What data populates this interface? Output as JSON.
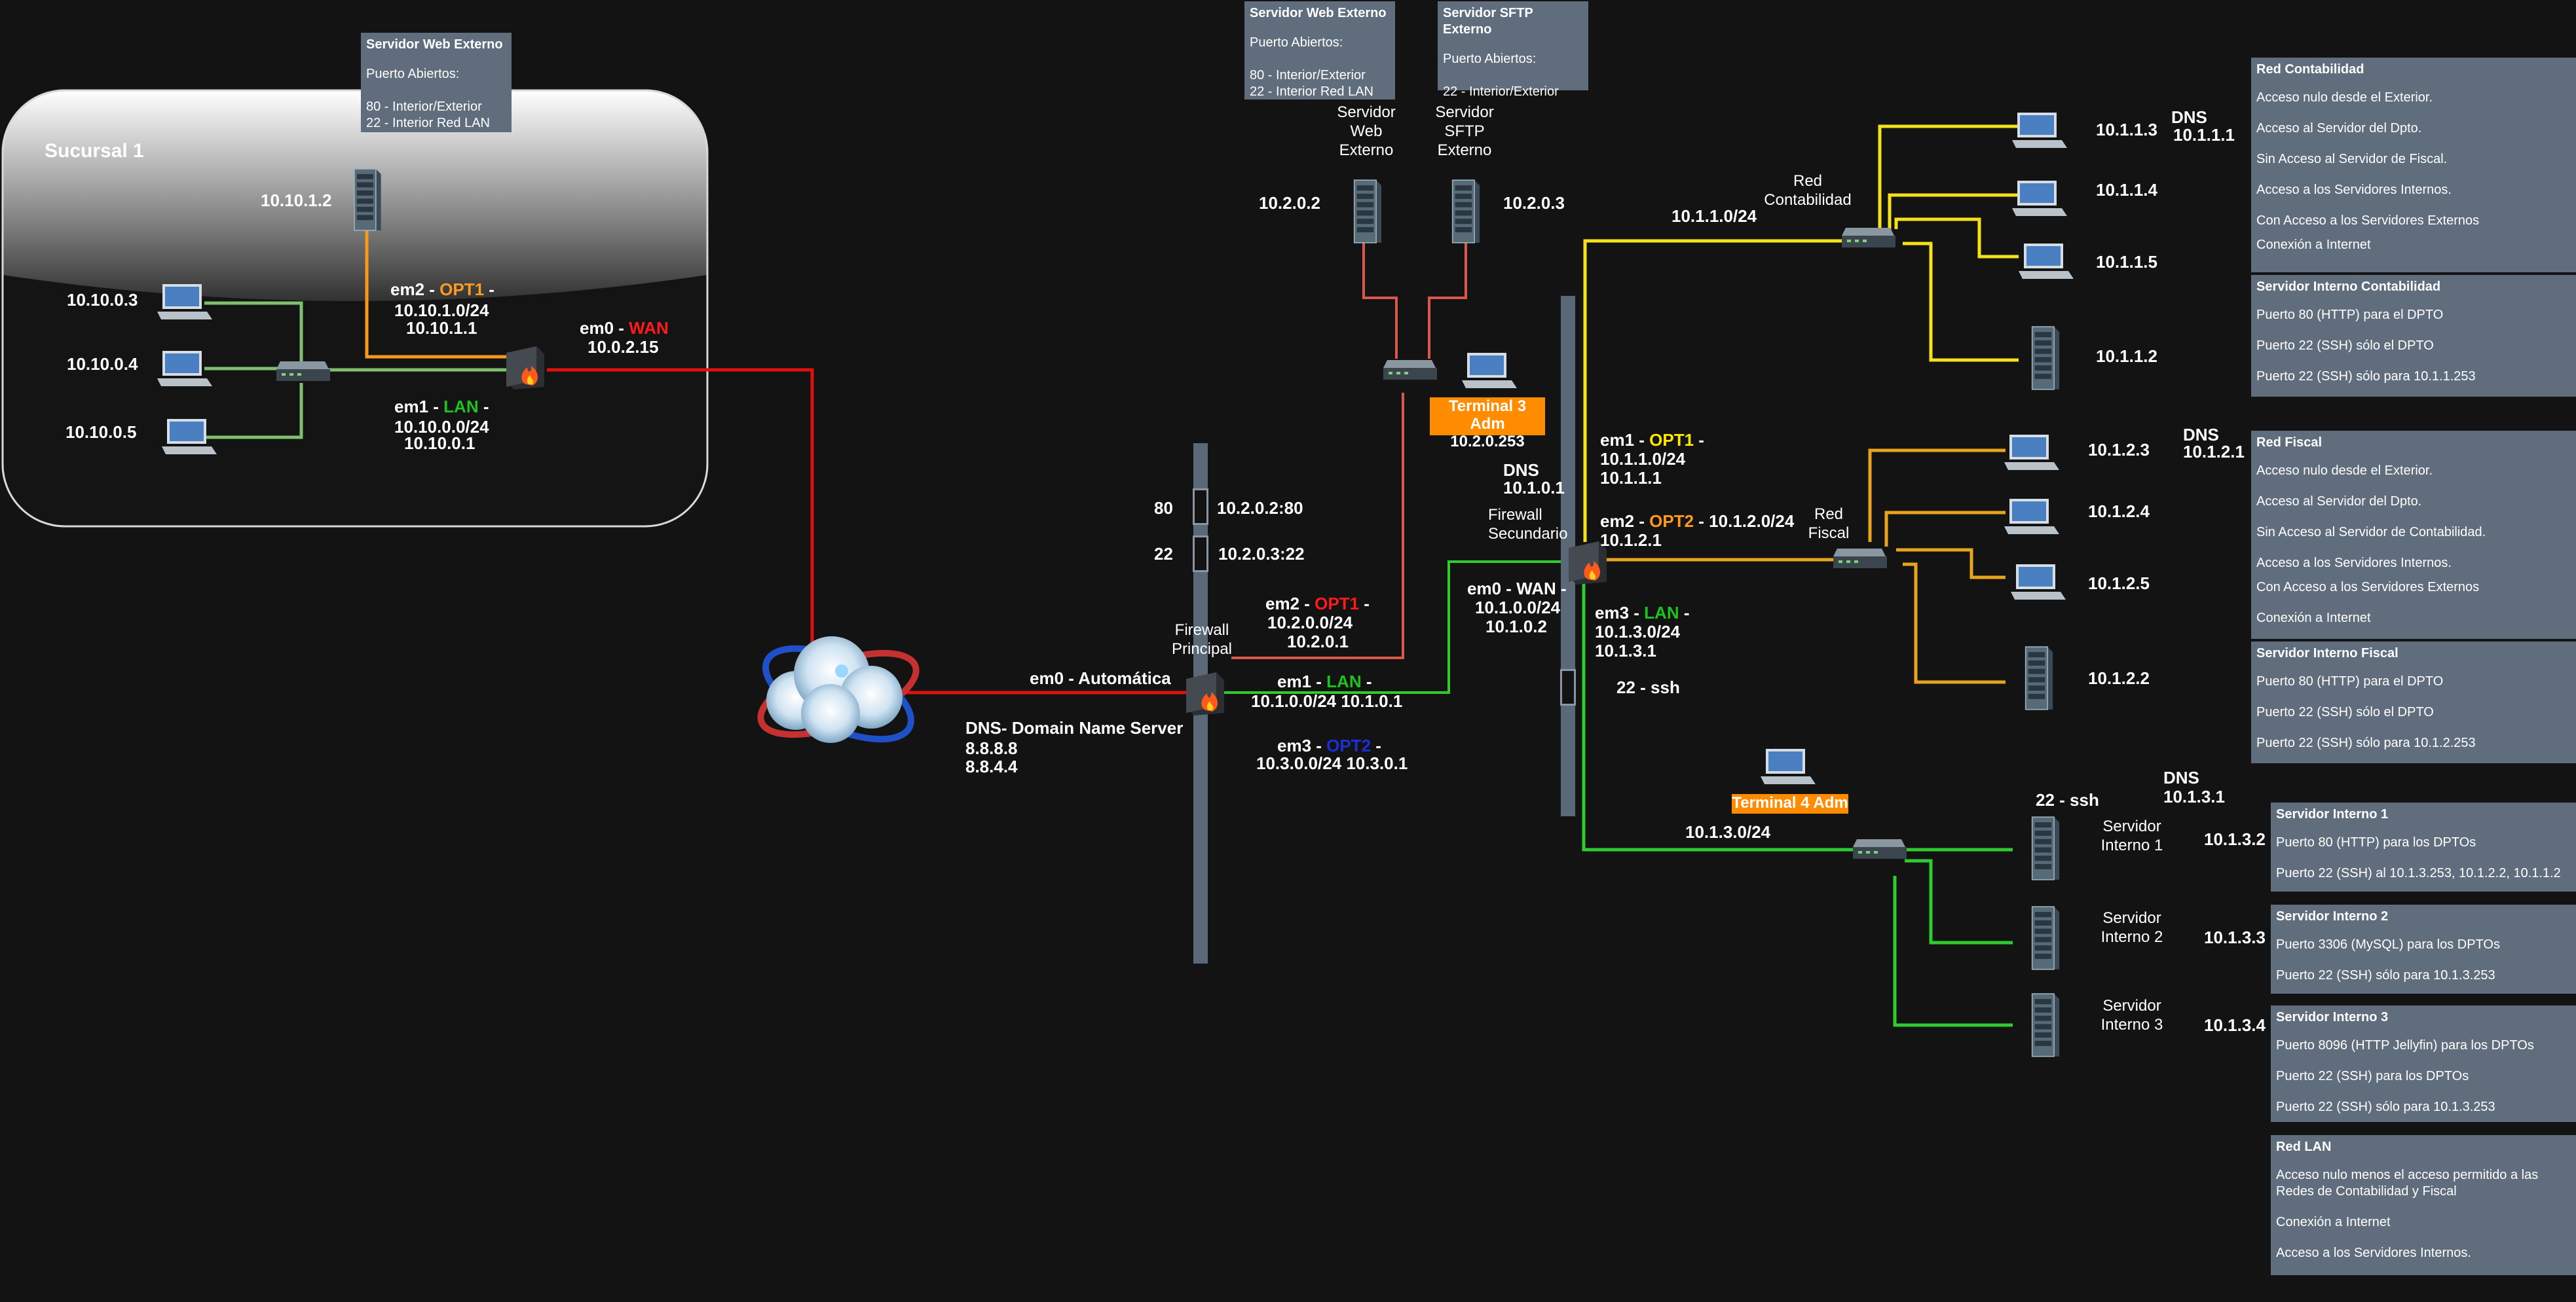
{
  "colors": {
    "background": "#131313",
    "wan": "#e01010",
    "lan": "#2ecc2e",
    "opt1_acct": "#f5e11a",
    "opt2_fiscal": "#e8a41c",
    "dmz": "#d9584a",
    "branch_opt1": "#f59a1a",
    "branch_lan": "#7fc070",
    "note_box": "#5f6d7c",
    "highlight": "#ff8c00"
  },
  "branch": {
    "title": "Sucursal 1",
    "server_ip": "10.10.1.2",
    "client_ips": [
      "10.10.0.3",
      "10.10.0.4",
      "10.10.0.5"
    ],
    "em2": {
      "pre": "em2 - ",
      "name": "OPT1",
      "post": " -",
      "net": "10.10.1.0/24",
      "ip": "10.10.1.1"
    },
    "em0": {
      "pre": "em0 - ",
      "name": "WAN",
      "ip": "10.0.2.15"
    },
    "em1": {
      "pre": "em1 - ",
      "name": "LAN",
      "post": " -",
      "net": "10.10.0.0/24",
      "ip": "10.10.0.1"
    },
    "note": {
      "title": "Servidor Web Externo",
      "subtitle": "Puerto Abiertos:",
      "lines": [
        "80 - Interior/Exterior",
        "22 - Interior Red LAN"
      ]
    }
  },
  "internet": {
    "em0_label": "em0 - Automática",
    "dns_title": "DNS- Domain Name Server",
    "dns_ips": [
      "8.8.8.8",
      "8.8.4.4"
    ]
  },
  "firewall_principal": {
    "name": "Firewall Principal",
    "nat": [
      {
        "port": "80",
        "target": "10.2.0.2:80"
      },
      {
        "port": "22",
        "target": "10.2.0.3:22"
      }
    ],
    "em2": {
      "pre": "em2 - ",
      "name": "OPT1",
      "post": " -",
      "net": "10.2.0.0/24",
      "ip": "10.2.0.1"
    },
    "em1": {
      "pre": "em1 - ",
      "name": "LAN",
      "post": " -",
      "line": "10.1.0.0/24 10.1.0.1"
    },
    "em3": {
      "pre": "em3 - ",
      "name": "OPT2",
      "post": " -",
      "line": "10.3.0.0/24 10.3.0.1"
    }
  },
  "dmz": {
    "web": {
      "name": "Servidor Web Externo",
      "ip": "10.2.0.2",
      "note": {
        "title": "Servidor Web Externo",
        "subtitle": "Puerto Abiertos:",
        "lines": [
          "80 - Interior/Exterior",
          "22 - Interior Red LAN"
        ]
      }
    },
    "sftp": {
      "name": "Servidor SFTP Externo",
      "ip": "10.2.0.3",
      "note": {
        "title": "Servidor SFTP Externo",
        "subtitle": "Puerto Abiertos:",
        "lines": [
          "22 - Interior/Exterior"
        ]
      }
    },
    "terminal": {
      "name": "Terminal 3 Adm",
      "ip": "10.2.0.253"
    }
  },
  "firewall_secundario": {
    "name": "Firewall Secundario",
    "dns_label": "DNS",
    "dns_ip": "10.1.0.1",
    "em0": {
      "text": "em0 - WAN -",
      "net": "10.1.0.0/24",
      "ip": "10.1.0.2"
    },
    "em1": {
      "pre": "em1 - ",
      "name": "OPT1",
      "post": " -",
      "net": "10.1.1.0/24",
      "ip": "10.1.1.1"
    },
    "em2": {
      "pre": "em2 - ",
      "name": "OPT2",
      "post": " - 10.1.2.0/24",
      "ip": "10.1.2.1"
    },
    "em3": {
      "pre": "em3 - ",
      "name": "LAN",
      "post": " -",
      "net": "10.1.3.0/24",
      "ip": "10.1.3.1"
    },
    "ssh_port": "22 - ssh"
  },
  "contabilidad": {
    "name": "Red Contabilidad",
    "subnet": "10.1.1.0/24",
    "dns_label": "DNS",
    "dns_ip": "10.1.1.1",
    "hosts": [
      "10.1.1.3",
      "10.1.1.4",
      "10.1.1.5"
    ],
    "server_ip": "10.1.1.2",
    "rules": {
      "title": "Red Contabilidad",
      "lines": [
        "Acceso nulo desde el Exterior.",
        "Acceso al Servidor del Dpto.",
        "Sin Acceso al Servidor de Fiscal.",
        "Acceso a los Servidores Internos.",
        "Con Acceso a los Servidores Externos",
        "Conexión a Internet"
      ]
    },
    "server_rules": {
      "title": "Servidor Interno Contabilidad",
      "lines": [
        "Puerto 80 (HTTP) para el DPTO",
        "Puerto 22 (SSH) sólo el DPTO",
        "Puerto 22 (SSH) sólo para 10.1.1.253"
      ]
    }
  },
  "fiscal": {
    "name": "Red Fiscal",
    "dns_label": "DNS",
    "dns_ip": "10.1.2.1",
    "hosts": [
      "10.1.2.3",
      "10.1.2.4",
      "10.1.2.5"
    ],
    "server_ip": "10.1.2.2",
    "rules": {
      "title": "Red Fiscal",
      "lines": [
        "Acceso nulo desde el Exterior.",
        "Acceso al Servidor del Dpto.",
        "Sin Acceso al Servidor de Contabilidad.",
        "Acceso a los Servidores Internos.",
        "Con Acceso a los Servidores Externos",
        "Conexión a Internet"
      ]
    },
    "server_rules": {
      "title": "Servidor Interno Fiscal",
      "lines": [
        "Puerto 80 (HTTP) para el DPTO",
        "Puerto 22 (SSH) sólo el DPTO",
        "Puerto 22 (SSH) sólo para 10.1.2.253"
      ]
    }
  },
  "lan": {
    "subnet": "10.1.3.0/24",
    "terminal": {
      "name": "Terminal 4 Adm",
      "ssh": "22 - ssh"
    },
    "dns_label": "DNS",
    "dns_ip": "10.1.3.1",
    "servers": [
      {
        "name": "Servidor Interno 1",
        "ip": "10.1.3.2"
      },
      {
        "name": "Servidor Interno 2",
        "ip": "10.1.3.3"
      },
      {
        "name": "Servidor Interno 3",
        "ip": "10.1.3.4"
      }
    ],
    "server_rules": [
      {
        "title": "Servidor Interno 1",
        "lines": [
          "Puerto 80 (HTTP) para los DPTOs",
          "Puerto 22 (SSH) al 10.1.3.253, 10.1.2.2, 10.1.1.2"
        ]
      },
      {
        "title": "Servidor Interno 2",
        "lines": [
          "Puerto 3306 (MySQL) para los DPTOs",
          "Puerto 22 (SSH) sólo para 10.1.3.253"
        ]
      },
      {
        "title": "Servidor Interno 3",
        "lines": [
          "Puerto 8096 (HTTP Jellyfin) para los DPTOs",
          "Puerto 22 (SSH) para los DPTOs",
          "Puerto 22 (SSH) sólo para 10.1.3.253"
        ]
      }
    ],
    "rules": {
      "title": "Red LAN",
      "lines": [
        "Acceso nulo menos el acceso permitido a las Redes de Contabilidad y Fiscal",
        "Conexión a Internet",
        "Acceso a los Servidores Internos."
      ]
    }
  }
}
